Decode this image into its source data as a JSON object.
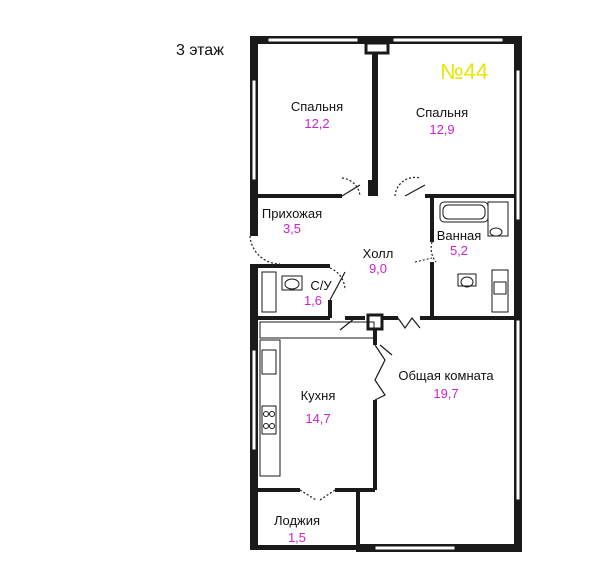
{
  "floor_label": "3 этаж",
  "apartment_number": "№44",
  "colors": {
    "wall": "#1a1a1a",
    "area_text": "#cc22cc",
    "number_text": "#e6e600"
  },
  "rooms": {
    "bedroom1": {
      "name": "Спальня",
      "area": "12,2"
    },
    "bedroom2": {
      "name": "Спальня",
      "area": "12,9"
    },
    "hallway": {
      "name": "Прихожая",
      "area": "3,5"
    },
    "hall": {
      "name": "Холл",
      "area": "9,0"
    },
    "bathroom": {
      "name": "Ванная",
      "area": "5,2"
    },
    "wc": {
      "name": "С/У",
      "area": "1,6"
    },
    "kitchen": {
      "name": "Кухня",
      "area": "14,7"
    },
    "living": {
      "name": "Общая комната",
      "area": "19,7"
    },
    "loggia": {
      "name": "Лоджия",
      "area": "1,5"
    }
  }
}
